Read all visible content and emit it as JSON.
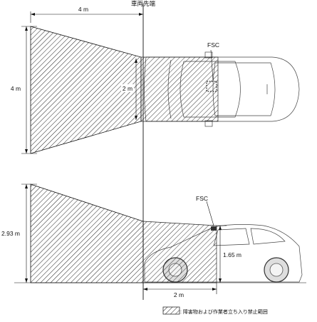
{
  "labels": {
    "front_end": "車両先端",
    "top_width": "4 m",
    "top_height": "4 m",
    "top_inner": "2 m",
    "top_fsc": "FSC",
    "side_height": "2.93 m",
    "side_fsc": "FSC",
    "side_inner_height": "1.65 m",
    "side_width": "2 m"
  },
  "legend": {
    "text": ": 障害物および作業者立ち入り禁止範囲",
    "icon": "hatch-swatch"
  },
  "colors": {
    "hatch": "#222222",
    "line": "#111111",
    "car_body": "#f2f2f2",
    "car_outline": "#444444",
    "car_glass": "#cfcfcf",
    "fsc_shade": "#9a9a9a"
  }
}
